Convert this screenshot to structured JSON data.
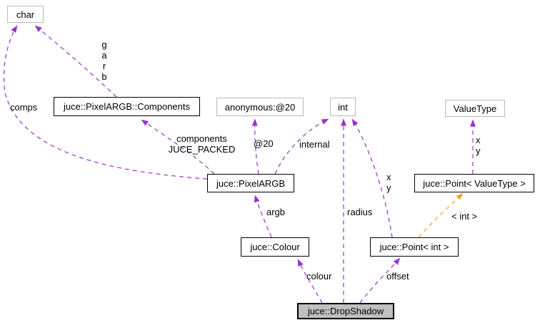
{
  "diagram": {
    "type": "collaboration-graph",
    "colors": {
      "edge_usage": "#9a32cd",
      "edge_template": "#efa032",
      "node_border": "#000000",
      "external_node_border": "#b9b9b9",
      "main_node_bg": "#bfbfbf",
      "background": "#ffffff"
    },
    "nodes": {
      "char": {
        "label": "char"
      },
      "components": {
        "label": "juce::PixelARGB::Components"
      },
      "anonymous": {
        "label": "anonymous:@20"
      },
      "int": {
        "label": "int"
      },
      "valuetype": {
        "label": "ValueType"
      },
      "pixelargb": {
        "label": "juce::PixelARGB"
      },
      "point_valuetype": {
        "label": "juce::Point< ValueType >"
      },
      "colour": {
        "label": "juce::Colour"
      },
      "point_int": {
        "label": "juce::Point< int >"
      },
      "dropshadow": {
        "label": "juce::DropShadow"
      }
    },
    "edge_labels": {
      "comps": "comps",
      "garb": "g\na\nr\nb",
      "components_packed": "components\nJUCE_PACKED",
      "at20": "@20",
      "internal": "internal",
      "radius": "radius",
      "xy_int": "x\ny",
      "xy_valuetype": "x\ny",
      "template_int": "< int >",
      "argb": "argb",
      "colour": "colour",
      "offset": "offset"
    }
  }
}
